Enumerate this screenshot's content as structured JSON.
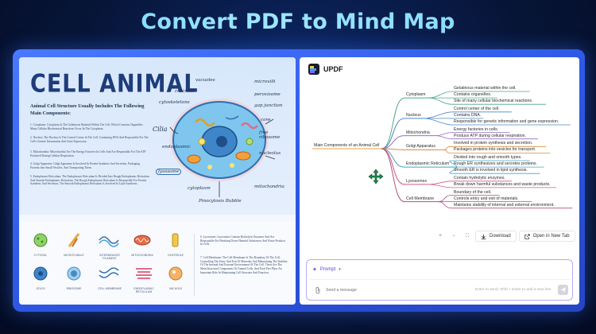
{
  "banner": {
    "title": "Convert PDF to Mind Map"
  },
  "pdf": {
    "title": "CELL ANIMAL",
    "subtitle": "Animal Cell Structure Usually Includes The Following Main Components:",
    "paragraphs": [
      "1. Cytoplasm: Cytoplasm Is The Gelatinous Material Within The Cell, Which Contains Organelles. Many Cellular Biochemical Reactions Occur In The Cytoplasm.",
      "2. Nucleus: The Nucleus Is The Control Center In The Cell, Containing DNA And Responsible For The Cell's Genetic Information And Gene Expression.",
      "3. Mitochondria: Mitochondria Are The Energy Factories In Cells And Are Responsible For The ATP Produced During Cellular Respiration.",
      "4. Golgi Apparatus: Golgi Apparatus Is Involved In Protein Synthesis And Secretion, Packaging Proteins Into Small Vesicles, And Transporting Them.",
      "5. Endoplasmic Reticulum: The Endoplasmic Reticulum Is Divided Into Rough Endoplasmic Reticulum And Smooth Endoplasmic Reticulum. The Rough Endoplasmic Reticulum Is Responsible For Protein Synthesis And Secretion, The Smooth Endoplasmic Reticulum Is Involved In Lipid Synthesis."
    ],
    "diagram_labels": [
      "vacuoles",
      "centriole",
      "microvilli",
      "peroxisome",
      "cytoskeletons",
      "gap junction",
      "Cilia",
      "core",
      "endoplasmic",
      "free ribosome",
      "lysosome",
      "nucleolus",
      "mitochondria",
      "cytoplasm",
      "Pinocytosis Bubble"
    ],
    "organelles_row1": [
      "CYTOSOL",
      "MICROTUBULE",
      "INTERMEDIATE FILAMENT",
      "MITOCHONDRIA",
      "CENTRIOLE"
    ],
    "organelles_row2": [
      "GOLGI",
      "RIBOSOME",
      "CELL MEMBRANE",
      "ENDOPLASMIC RETICULUM",
      "VACUOLE"
    ],
    "lower_paragraphs": [
      "6. Lysosomes: Lysosomes Contain Hydrolytic Enzymes And Are Responsible For Breaking Down Harmful Substances And Waste Products In Cells.",
      "7. Cell Membrane: The Cell Membrane Is The Boundary Of The Cell, Controlling The Entry And Exit Of Materials And Maintaining The Stability Of The Internal And External Environment Of The Cell. These Are The Main Structural Components Of Animal Cells, And Each Part Plays An Important Role In Maintaining Cell Structure And Function."
    ],
    "colors": {
      "title": "#1f3c7a",
      "cell_body": "#7ec6ee",
      "nucleus": "#3f86c9"
    }
  },
  "updf": {
    "brand": "UPDF",
    "mindmap": {
      "root": "Main Components of an Animal Cell",
      "branches": [
        {
          "label": "Cytoplasm",
          "color": "#4aa88a",
          "children": [
            "Gelatinous material within the cell.",
            "Contains organelles.",
            "Site of many cellular biochemical reactions."
          ]
        },
        {
          "label": "Nucleus",
          "color": "#4f86c6",
          "children": [
            "Control center of the cell.",
            "Contains DNA.",
            "Responsible for genetic information and gene expression."
          ]
        },
        {
          "label": "Mitochondria",
          "color": "#9a6cc9",
          "children": [
            "Energy factories in cells.",
            "Produce ATP during cellular respiration."
          ]
        },
        {
          "label": "Golgi Apparatus",
          "color": "#d98b3a",
          "children": [
            "Involved in protein synthesis and secretion.",
            "Packages proteins into vesicles for transport."
          ]
        },
        {
          "label": "Endoplasmic Reticulum",
          "color": "#3fa7c4",
          "children": [
            "Divided into rough and smooth types.",
            "Rough ER synthesizes and secretes proteins.",
            "Smooth ER is involved in lipid synthesis."
          ]
        },
        {
          "label": "Lysosomes",
          "color": "#d3588a",
          "children": [
            "Contain hydrolytic enzymes.",
            "Break down harmful substances and waste products."
          ]
        },
        {
          "label": "Cell Membrane",
          "color": "#b0507e",
          "children": [
            "Boundary of the cell.",
            "Controls entry and exit of materials.",
            "Maintains stability of internal and external environment."
          ]
        }
      ]
    },
    "toolbar": {
      "zoom_in": "+",
      "zoom_out": "−",
      "fit": "⛶",
      "download_label": "Download",
      "open_label": "Open in New Tab"
    },
    "prompt": {
      "label": "Prompt",
      "placeholder": "Send a message",
      "hint": "Enter to send; Shift + Enter to add a new line"
    },
    "colors": {
      "accent": "#5b3fd8",
      "prompt_border": "#b9aaf3"
    }
  }
}
